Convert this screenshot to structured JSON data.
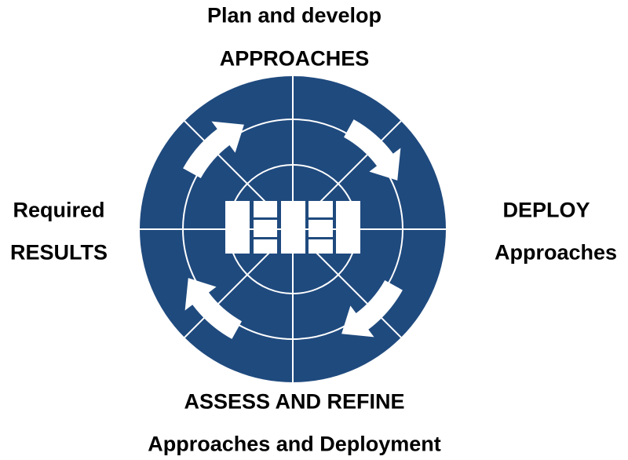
{
  "colors": {
    "circle": "#1f4a7e",
    "lines": "#ffffff",
    "text": "#000000"
  },
  "labels": {
    "top": {
      "line1": "Plan and develop",
      "line2": "APPROACHES"
    },
    "left": {
      "line1": "Required",
      "line2": "RESULTS"
    },
    "right": {
      "line1": "DEPLOY",
      "line2": "Approaches"
    },
    "bottom": {
      "line1": "ASSESS AND REFINE",
      "line2": "Approaches and Deployment"
    }
  },
  "arrows": [
    {
      "name": "arrow-plan",
      "from_deg": 209,
      "to_deg": 245
    },
    {
      "name": "arrow-deploy",
      "from_deg": 299,
      "to_deg": 335
    },
    {
      "name": "arrow-assess",
      "from_deg": 29,
      "to_deg": 65
    },
    {
      "name": "arrow-results",
      "from_deg": 119,
      "to_deg": 155
    }
  ]
}
